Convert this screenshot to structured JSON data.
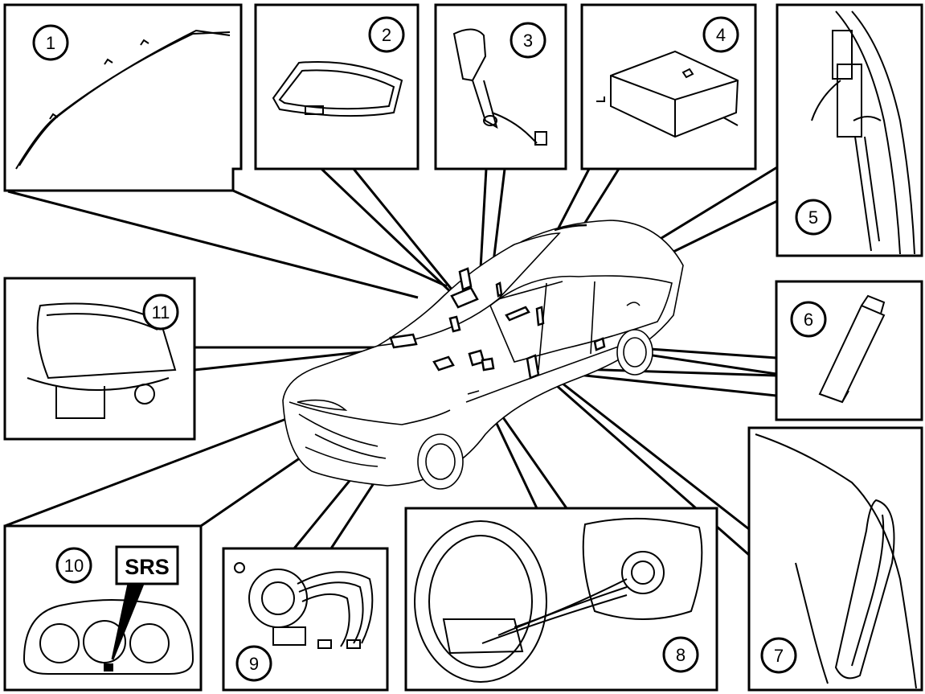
{
  "callouts": {
    "c1": "1",
    "c2": "2",
    "c3": "3",
    "c4": "4",
    "c5": "5",
    "c6": "6",
    "c7": "7",
    "c8": "8",
    "c9": "9",
    "c10": "10",
    "c11": "11"
  },
  "srs_label": "SRS"
}
